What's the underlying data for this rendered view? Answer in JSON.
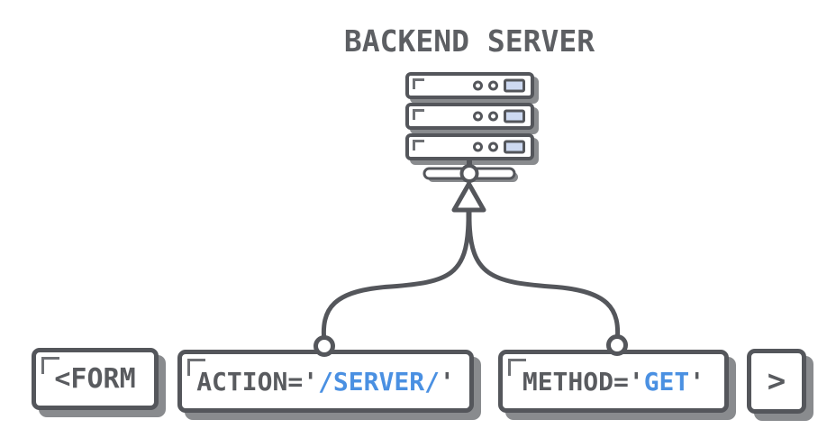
{
  "title": "BACKEND SERVER",
  "colors": {
    "stroke": "#54565b",
    "shadow": "#898b8e",
    "corner": "#6e7074",
    "text": "#595b5f",
    "title": "#5d5f63",
    "blue": "#4a90e2",
    "led_fill": "#cdd9f1"
  },
  "server": {
    "label": "backend-server",
    "unit_count": 3,
    "unit_leds": [
      "circle",
      "circle",
      "rect"
    ]
  },
  "tokens": {
    "form_open": {
      "parts": {
        "0": {
          "text": "<FORM"
        }
      }
    },
    "action": {
      "parts": {
        "0": {
          "text": "ACTION='"
        },
        "1": {
          "text": "/SERVER/"
        },
        "2": {
          "text": "'"
        }
      }
    },
    "method": {
      "parts": {
        "0": {
          "text": "METHOD='"
        },
        "1": {
          "text": "GET"
        },
        "2": {
          "text": "'"
        }
      }
    },
    "form_close": {
      "parts": {
        "0": {
          "text": ">"
        }
      }
    }
  },
  "connections": [
    {
      "from": "action-attribute-box",
      "to": "backend-server"
    },
    {
      "from": "method-attribute-box",
      "to": "backend-server"
    }
  ]
}
